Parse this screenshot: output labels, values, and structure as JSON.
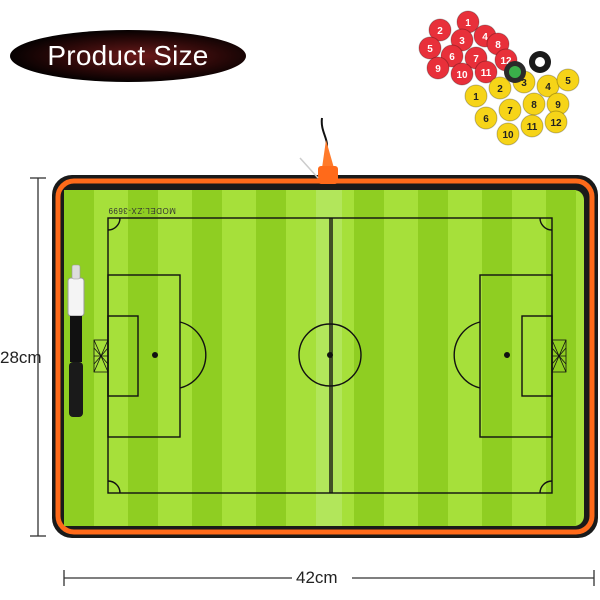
{
  "header": {
    "title": "Product Size"
  },
  "dimensions": {
    "height_label": "28cm",
    "width_label": "42cm"
  },
  "board": {
    "model_label": "MODEL:ZX-3699"
  },
  "counters": {
    "red": [
      "1",
      "2",
      "3",
      "4",
      "5",
      "6",
      "7",
      "8",
      "9",
      "10",
      "11",
      "12"
    ],
    "yellow": [
      "1",
      "2",
      "3",
      "4",
      "5",
      "6",
      "7",
      "8",
      "9",
      "10",
      "11",
      "12"
    ]
  },
  "colors": {
    "pitch_green": "#9bd92a",
    "zipper_orange": "#ff6a1a",
    "case_black": "#111111",
    "counter_red": "#e8303a",
    "counter_yellow": "#f6d418"
  }
}
